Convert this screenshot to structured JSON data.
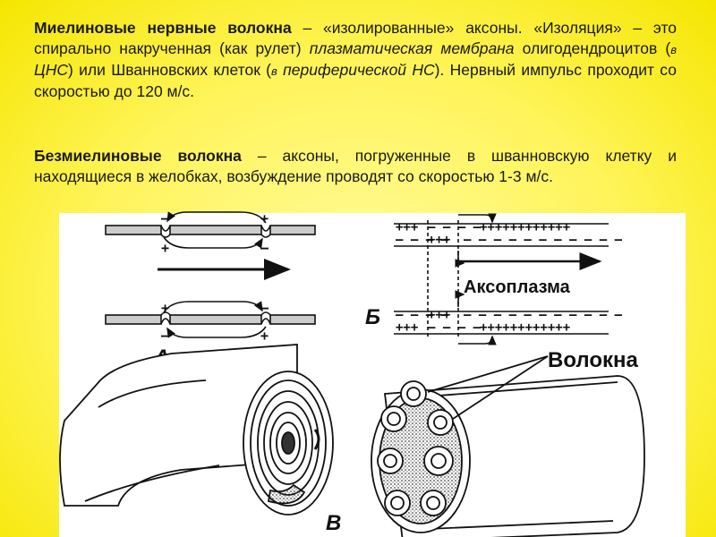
{
  "paragraph1": {
    "term": "Миелиновые нервные волокна",
    "dash": " – ",
    "text1": "«изолированные» аксоны. «Изоляция» – это спирально накрученная (как рулет) ",
    "italic1": "плазматическая мембрана",
    "text2": " олигодендроцитов (",
    "small1": "в",
    "italic2": " ЦНС",
    "text3": ") или Шванновских клеток (",
    "small2": "в",
    "italic3": " периферической НС",
    "text4": "). Нервный импульс проходит со скоростью до 120 м/с."
  },
  "paragraph2": {
    "term": "Безмиелиновые волокна",
    "text": " – аксоны,  погруженные в шванновскую клетку и находящиеся в желобках, возбуждение проводят со скоростью 1-3 м/с."
  },
  "figure": {
    "label_a": "А",
    "label_b": "Б",
    "label_c": "В",
    "axoplasm": "Аксоплазма",
    "fibers": "Волокна"
  },
  "colors": {
    "background": "#fff45a",
    "text": "#1a1a1a",
    "ink": "#111111"
  }
}
